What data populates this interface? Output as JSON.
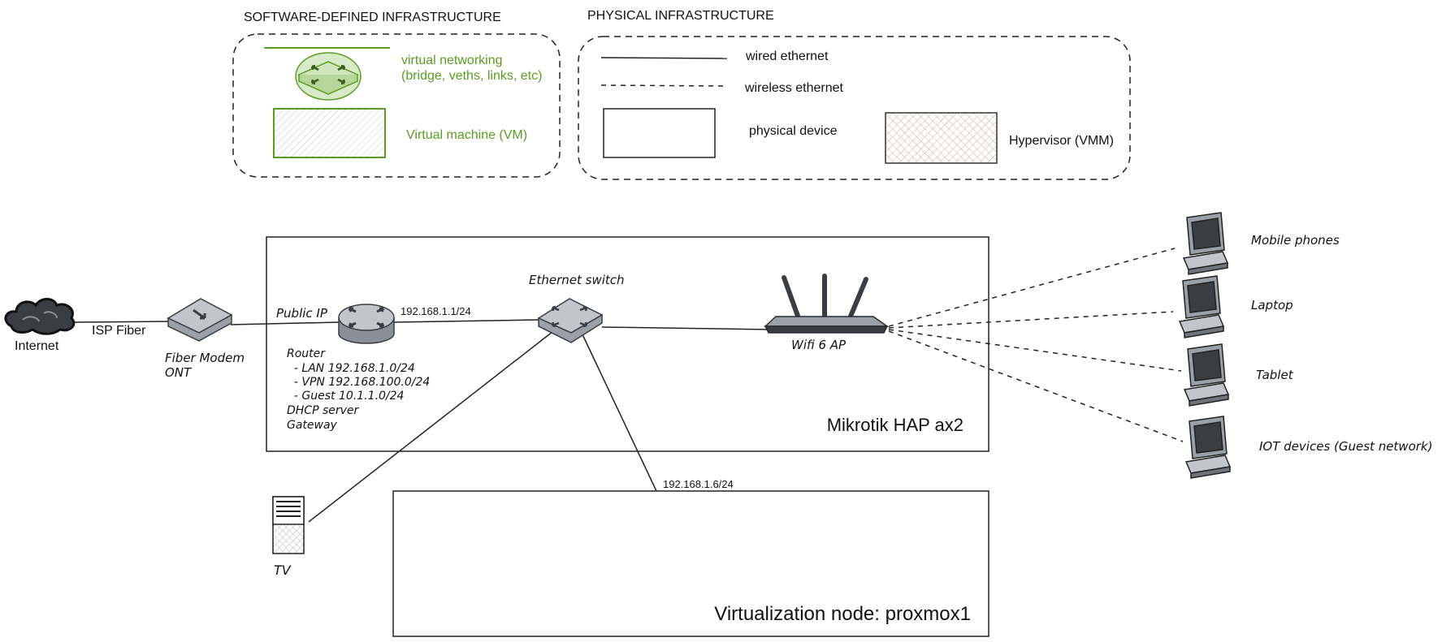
{
  "legend": {
    "software_title": "SOFTWARE-DEFINED INFRASTRUCTURE",
    "physical_title": "PHYSICAL INFRASTRUCTURE",
    "virtual_networking_line1": "virtual networking",
    "virtual_networking_line2": "(bridge, veths, links, etc)",
    "virtual_machine": "Virtual machine (VM)",
    "wired": "wired ethernet",
    "wireless": "wireless ethernet",
    "physical_device": "physical device",
    "hypervisor": "Hypervisor (VMM)"
  },
  "nodes": {
    "internet": "Internet",
    "isp_fiber": "ISP Fiber",
    "modem_line1": "Fiber Modem",
    "modem_line2": "ONT",
    "public_ip": "Public IP",
    "router_ip": "192.168.1.1/24",
    "switch_title": "Ethernet switch",
    "router_notes": [
      "Router",
      "  - LAN 192.168.1.0/24",
      "  - VPN 192.168.100.0/24",
      "  - Guest 10.1.1.0/24",
      "DHCP server",
      "Gateway"
    ],
    "wifi_ap": "Wifi 6 AP",
    "mikrotik": "Mikrotik HAP ax2",
    "proxmox_ip": "192.168.1.6/24",
    "tv": "TV",
    "proxmox": "Virtualization node: proxmox1"
  },
  "clients": [
    "Mobile phones",
    "Laptop",
    "Tablet",
    "IOT devices (Guest network)"
  ],
  "colors": {
    "green": "#5a9e1f",
    "green_fill": "#d8ebc8",
    "hypervisor_hatch": "#d9a8a0",
    "device_fill": "#9aa0a8",
    "device_dark": "#3a3d42"
  }
}
